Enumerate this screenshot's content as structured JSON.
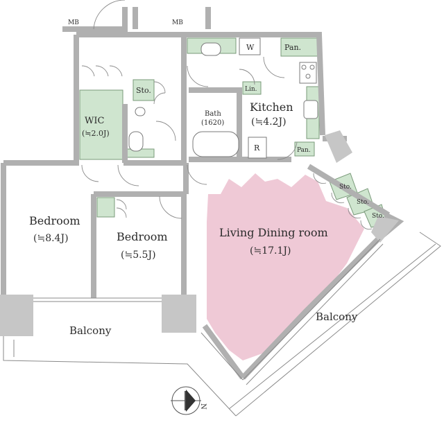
{
  "colors": {
    "living_highlight": "#efc9d6",
    "storage_green": "#cfe5cf",
    "wall_gray": "#c6c6c6"
  },
  "rooms": {
    "mb_left": "MB",
    "mb_right": "MB",
    "wic_name": "WIC",
    "wic_size": "(≒2.0J)",
    "sto_hall": "Sto.",
    "washer": "W",
    "pantry_top": "Pan.",
    "linen": "Lin.",
    "bath_name": "Bath",
    "bath_size": "(1620)",
    "kitchen_name": "Kitchen",
    "kitchen_size": "(≒4.2J)",
    "fridge": "R",
    "pantry_low": "Pan.",
    "sto_1": "Sto.",
    "sto_2": "Sto.",
    "sto_3": "Sto.",
    "bedroom1_name": "Bedroom",
    "bedroom1_size": "(≒8.4J)",
    "bedroom2_name": "Bedroom",
    "bedroom2_size": "(≒5.5J)",
    "living_name": "Living Dining room",
    "living_size": "(≒17.1J)",
    "balcony_left": "Balcony",
    "balcony_right": "Balcony"
  },
  "compass": {
    "north_label": "N",
    "icon": "compass-icon"
  }
}
